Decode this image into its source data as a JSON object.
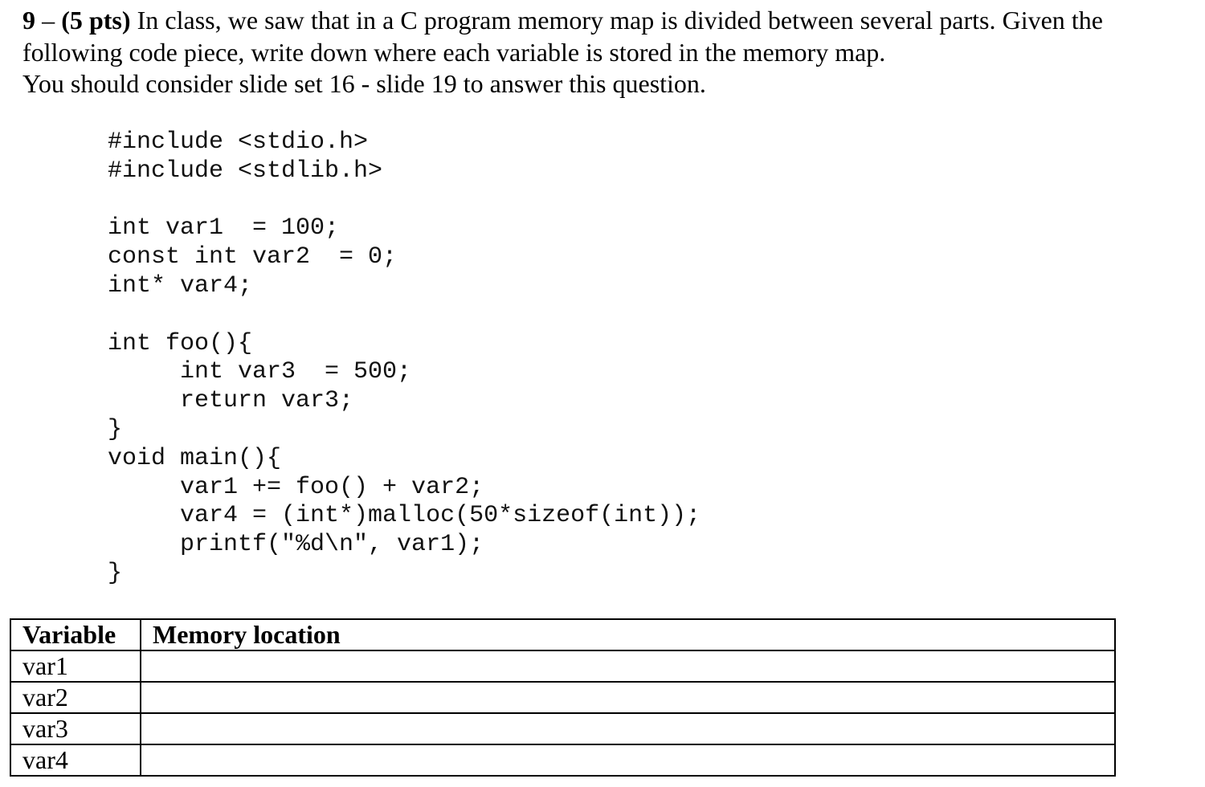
{
  "question": {
    "number": "9",
    "dash": " – ",
    "points": "(5 pts)",
    "text_line1": " In class, we saw that in a C program memory map is divided between several parts. Given the following code piece, write down where each variable is stored in the memory map.",
    "text_line2": "You should consider slide set 16 - slide 19 to answer this question."
  },
  "code_lines": [
    "#include <stdio.h>",
    "#include <stdlib.h>",
    "",
    "int var1  = 100;",
    "const int var2  = 0;",
    "int* var4;",
    "",
    "int foo(){",
    "     int var3  = 500;",
    "     return var3;",
    "}",
    "void main(){",
    "     var1 += foo() + var2;",
    "     var4 = (int*)malloc(50*sizeof(int));",
    "     printf(\"%d\\n\", var1);",
    "}"
  ],
  "table": {
    "headers": [
      "Variable",
      "Memory location"
    ],
    "rows": [
      {
        "variable": "var1",
        "location": ""
      },
      {
        "variable": "var2",
        "location": ""
      },
      {
        "variable": "var3",
        "location": ""
      },
      {
        "variable": "var4",
        "location": ""
      }
    ]
  }
}
